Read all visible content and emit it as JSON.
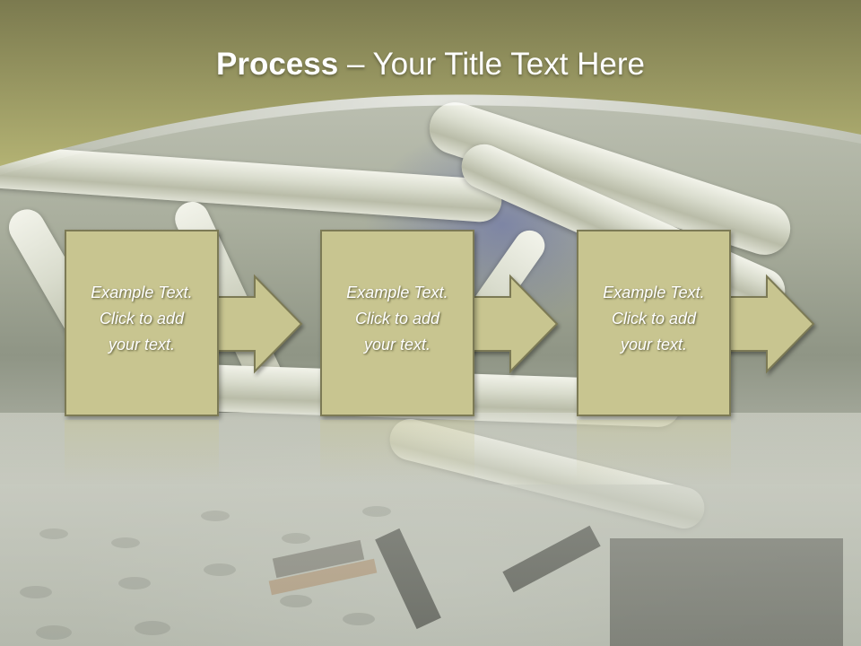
{
  "title": {
    "bold": "Process",
    "rest": " – Your Title Text Here"
  },
  "steps": [
    {
      "lines": [
        "Example Text.",
        "Click  to add",
        "your text."
      ]
    },
    {
      "lines": [
        "Example Text.",
        "Click  to add",
        "your text."
      ]
    },
    {
      "lines": [
        "Example Text.",
        "Click  to add",
        "your text."
      ]
    }
  ],
  "colors": {
    "header_top": "#7b7a4f",
    "header_bottom": "#b3b273",
    "box_fill": "#c8c590",
    "box_border": "#7c7a55",
    "text": "#ffffff"
  }
}
